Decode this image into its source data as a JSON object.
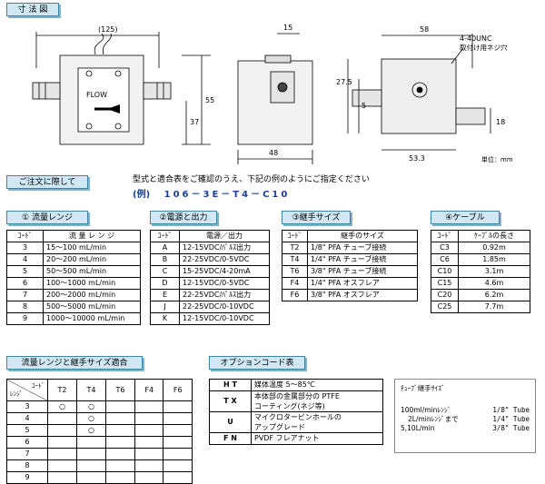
{
  "dimensions": {
    "title": "寸 法 図",
    "labels": {
      "d125": "(125)",
      "d15": "15",
      "d58": "58",
      "d55": "55",
      "d37": "37",
      "d48": "48",
      "d275": "27.5",
      "d5": "5",
      "d18": "18",
      "d533": "53.3",
      "flow": "FLOW",
      "screw1": "4-40UNC",
      "screw2": "取付け用ネジ穴",
      "unit": "単位：mm"
    }
  },
  "order": {
    "title": "ご注文に際して",
    "note": "型式と適合表をご確認のうえ、下記の例のようにご指定ください",
    "example_label": "(例)",
    "example_code": "106－3E－T4－C10"
  },
  "flow_range": {
    "title": "① 流量レンジ",
    "headers": [
      "ｺｰﾄﾞ",
      "流 量 レ ン ジ"
    ],
    "rows": [
      [
        "3",
        "15～100 mL/min"
      ],
      [
        "4",
        "20～200 mL/min"
      ],
      [
        "5",
        "50～500 mL/min"
      ],
      [
        "6",
        "100～1000 mL/min"
      ],
      [
        "7",
        "200～2000 mL/min"
      ],
      [
        "8",
        "500～5000 mL/min"
      ],
      [
        "9",
        "1000～10000 mL/min"
      ]
    ]
  },
  "power": {
    "title": "②電源と出力",
    "headers": [
      "ｺｰﾄﾞ",
      "電源／出力"
    ],
    "rows": [
      [
        "A",
        "12-15VDC/ﾊﾟﾙｽ出力"
      ],
      [
        "B",
        "22-25VDC/0-5VDC"
      ],
      [
        "C",
        "15-25VDC/4-20mA"
      ],
      [
        "D",
        "12-15VDC/0-5VDC"
      ],
      [
        "E",
        "22-25VDC/ﾊﾟﾙｽ出力"
      ],
      [
        "J",
        "22-25VDC/0-10VDC"
      ],
      [
        "K",
        "12-15VDC/0-10VDC"
      ]
    ]
  },
  "fitting": {
    "title": "③継手サイズ",
    "headers": [
      "ｺｰﾄﾞ",
      "継手のサイズ"
    ],
    "rows": [
      [
        "T2",
        "1/8\" PFA チューブ接続"
      ],
      [
        "T4",
        "1/4\" PFA チューブ接続"
      ],
      [
        "T6",
        "3/8\" PFA チューブ接続"
      ],
      [
        "F4",
        "1/4\" PFA オスフレア"
      ],
      [
        "F6",
        "3/8\" PFA オスフレア"
      ]
    ]
  },
  "cable": {
    "title": "④ケーブル",
    "headers": [
      "ｺｰﾄﾞ",
      "ｹｰﾌﾞﾙの長さ"
    ],
    "rows": [
      [
        "C3",
        "0.92m"
      ],
      [
        "C6",
        "1.85m"
      ],
      [
        "C10",
        "3.1m"
      ],
      [
        "C15",
        "4.6m"
      ],
      [
        "C20",
        "6.2m"
      ],
      [
        "C25",
        "7.7m"
      ]
    ]
  },
  "compat": {
    "title": "流量レンジと継手サイズ適合",
    "corner_top": "ｺｰﾄﾞ",
    "corner_bottom": "ﾚﾝｼﾞ",
    "cols": [
      "T2",
      "T4",
      "T6",
      "F4",
      "F6"
    ],
    "rows": [
      {
        "code": "3",
        "marks": [
          "○",
          "○",
          "",
          "",
          ""
        ]
      },
      {
        "code": "4",
        "marks": [
          "",
          "○",
          "",
          "",
          ""
        ]
      },
      {
        "code": "5",
        "marks": [
          "",
          "○",
          "",
          "",
          ""
        ]
      },
      {
        "code": "6",
        "marks": [
          "",
          "",
          "",
          "",
          ""
        ]
      },
      {
        "code": "7",
        "marks": [
          "",
          "",
          "",
          "",
          ""
        ]
      },
      {
        "code": "8",
        "marks": [
          "",
          "",
          "",
          "",
          ""
        ]
      },
      {
        "code": "9",
        "marks": [
          "",
          "",
          "",
          "",
          ""
        ]
      }
    ]
  },
  "options": {
    "title": "オプションコード表",
    "rows": [
      {
        "code": "H T",
        "desc": [
          "媒体温度 5～85℃"
        ]
      },
      {
        "code": "T X",
        "desc": [
          "本体部の金属部分の PTFE",
          "コーティング(ネジ等)"
        ]
      },
      {
        "code": "U",
        "desc": [
          "マイクロタービンホールの",
          "アップグレード"
        ]
      },
      {
        "code": "F N",
        "desc": [
          "PVDF フレアナット"
        ]
      }
    ]
  },
  "tube": {
    "title": "ﾁｭｰﾌﾞ継手ｻｲｽﾞ",
    "rows": [
      [
        "100ml/minﾚﾝｼﾞ",
        "1/8\" Tube"
      ],
      [
        "2L/minﾚﾝｼﾞまで",
        "1/4\" Tube"
      ],
      [
        "5,10L/min",
        "3/8\" Tube"
      ]
    ]
  }
}
